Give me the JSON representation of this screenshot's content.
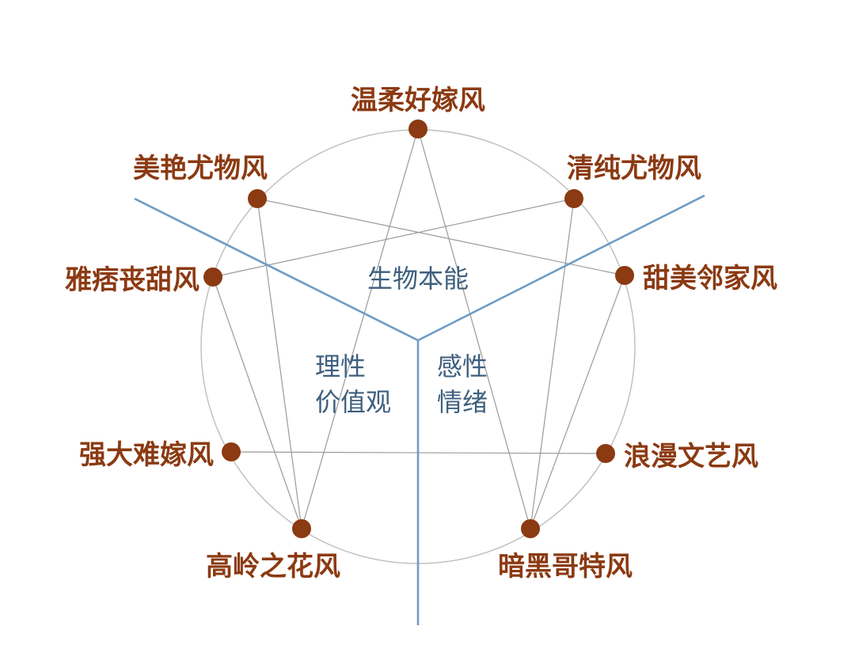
{
  "colors": {
    "node": "#8b3a12",
    "label": "#8b3a12",
    "region_text": "#3e5f7e",
    "axis": "#6f9cc4",
    "circle": "#bdbdbd",
    "chord": "#9a9a9a"
  },
  "center_regions": {
    "top": "生物本能",
    "left_line1": "理性",
    "left_line2": "价值观",
    "right_line1": "感性",
    "right_line2": "情绪"
  },
  "nodes": [
    {
      "id": "n1",
      "label": "温柔好嫁风"
    },
    {
      "id": "n2",
      "label": "清纯尤物风"
    },
    {
      "id": "n3",
      "label": "甜美邻家风"
    },
    {
      "id": "n4",
      "label": "浪漫文艺风"
    },
    {
      "id": "n5",
      "label": "暗黑哥特风"
    },
    {
      "id": "n6",
      "label": "高岭之花风"
    },
    {
      "id": "n7",
      "label": "强大难嫁风"
    },
    {
      "id": "n8",
      "label": "雅痞丧甜风"
    },
    {
      "id": "n9",
      "label": "美艳尤物风"
    }
  ],
  "connections": [
    [
      "n1",
      "n6"
    ],
    [
      "n1",
      "n5"
    ],
    [
      "n9",
      "n6"
    ],
    [
      "n9",
      "n3"
    ],
    [
      "n8",
      "n2"
    ],
    [
      "n8",
      "n6"
    ],
    [
      "n7",
      "n4"
    ],
    [
      "n2",
      "n5"
    ],
    [
      "n3",
      "n5"
    ]
  ]
}
